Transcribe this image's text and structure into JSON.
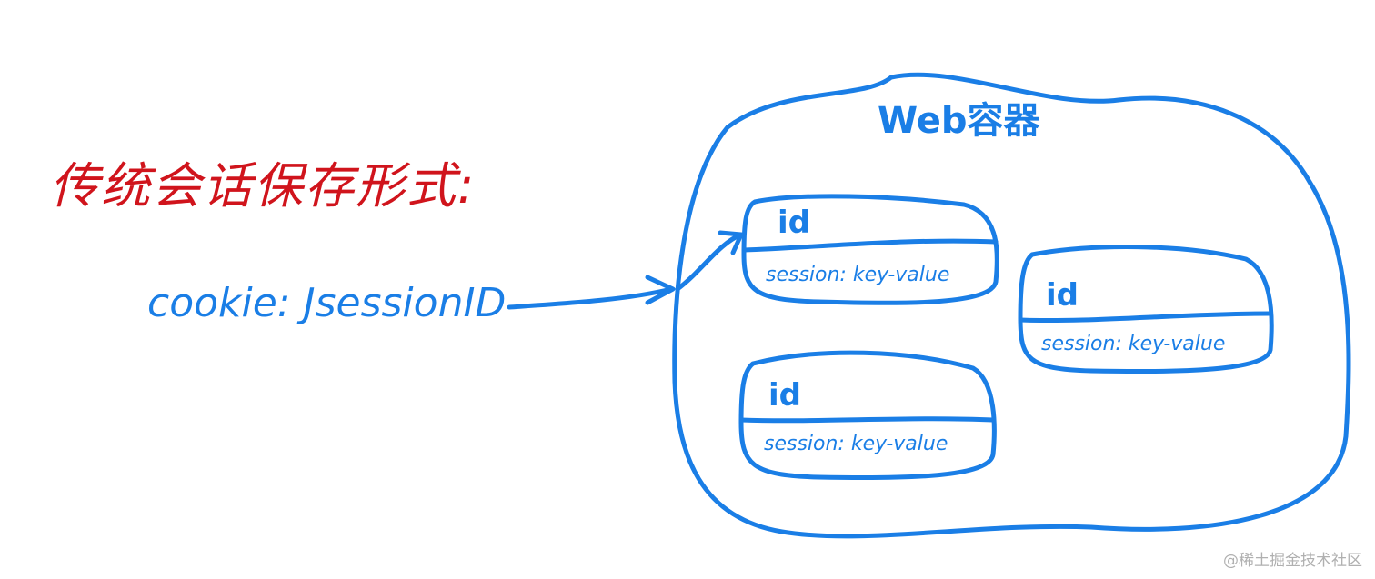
{
  "title": "传统会话保存形式:",
  "cookie_label": "cookie: JsessionID",
  "container": {
    "label": "Web容器"
  },
  "sessions": [
    {
      "id": "id",
      "content": "session: key-value"
    },
    {
      "id": "id",
      "content": "session: key-value"
    },
    {
      "id": "id",
      "content": "session: key-value"
    }
  ],
  "watermark": "@稀土掘金技术社区",
  "colors": {
    "title": "#d0141c",
    "ink": "#1a7ee6"
  }
}
